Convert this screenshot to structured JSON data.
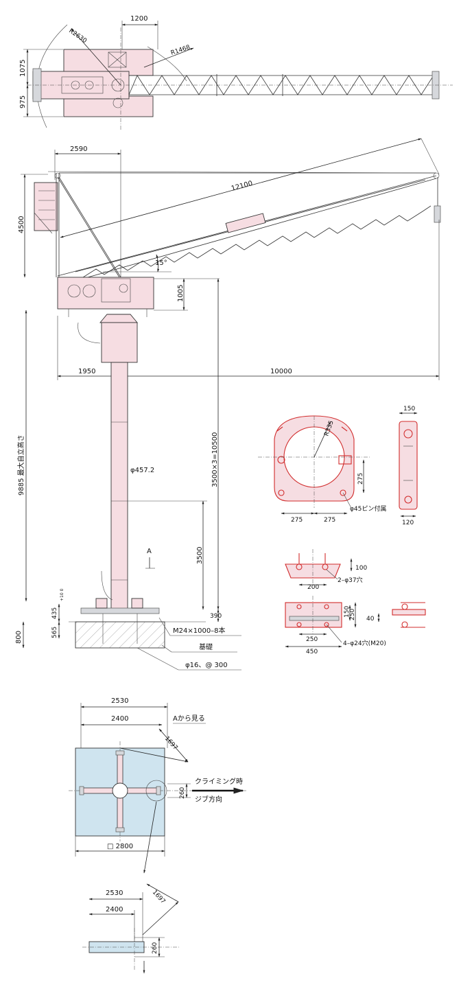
{
  "top_view": {
    "dim_1200": "1200",
    "r2630": "R2630",
    "r1468": "R1468",
    "dim_1075": "1075",
    "dim_975": "975"
  },
  "side_view": {
    "dim_2590": "2590",
    "dim_12100": "12100",
    "dim_4500": "4500",
    "angle_15": "15°",
    "dim_1005": "1005",
    "dim_1950": "1950",
    "dim_10000": "10000",
    "max_height": "9885 最大自立高さ",
    "mast_dia": "φ457.2",
    "mast_height": "3500×3=10500",
    "dim_3500": "3500",
    "section_a": "A",
    "dim_390": "390",
    "dim_800": "800",
    "dim_565": "565",
    "dim_435": "435",
    "tol": "+10\n 0",
    "anchor_bolts": "M24×1000–8本",
    "foundation": "基礎",
    "rebar": "φ16、@ 300"
  },
  "detail_ring": {
    "r335": "R335",
    "dim_275v": "275",
    "dim_275a": "275",
    "dim_275b": "275",
    "pin": "φ45ピン付属",
    "dim_150": "150",
    "dim_120": "120"
  },
  "detail_plate": {
    "dim_100": "100",
    "dim_200": "200",
    "holes_37": "2–φ37穴",
    "dim_150": "150",
    "dim_250v": "250",
    "dim_40": "40",
    "dim_250h": "250",
    "dim_450": "450",
    "holes_24": "4–φ24穴(M20)"
  },
  "plan_view": {
    "dim_2530": "2530",
    "dim_2400": "2400",
    "view_a": "Aから見る",
    "dim_1697": "1697",
    "dim_260": "260",
    "climbing": "クライミング時",
    "jib_dir": "ジブ方向",
    "sq_2800": "□ 2800"
  },
  "plan_detail": {
    "dim_2530": "2530",
    "dim_2400": "2400",
    "dim_1697": "1697",
    "dim_260": "260"
  },
  "colors": {
    "pink": "#f6dde2",
    "blue": "#cfe4ef",
    "red": "#d12b2b"
  }
}
